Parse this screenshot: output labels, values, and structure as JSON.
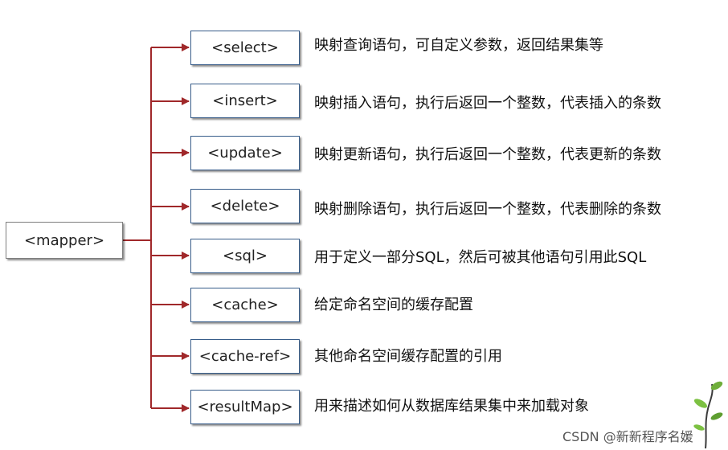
{
  "root": {
    "label": "<mapper>"
  },
  "elements": [
    {
      "tag": "<select>",
      "description": "映射查询语句，可自定义参数，返回结果集等"
    },
    {
      "tag": "<insert>",
      "description": "映射插入语句，执行后返回一个整数，代表插入的条数"
    },
    {
      "tag": "<update>",
      "description": "映射更新语句，执行后返回一个整数，代表更新的条数"
    },
    {
      "tag": "<delete>",
      "description": "映射删除语句，执行后返回一个整数，代表删除的条数"
    },
    {
      "tag": "<sql>",
      "description": "用于定义一部分SQL，然后可被其他语句引用此SQL"
    },
    {
      "tag": "<cache>",
      "description": "给定命名空间的缓存配置"
    },
    {
      "tag": "<cache-ref>",
      "description": "其他命名空间缓存配置的引用"
    },
    {
      "tag": "<resultMap>",
      "description": "用来描述如何从数据库结果集中来加载对象"
    }
  ],
  "watermark": "CSDN @新新程序名媛",
  "colors": {
    "connector": "#a0282a",
    "box_border": "#385d8a"
  }
}
